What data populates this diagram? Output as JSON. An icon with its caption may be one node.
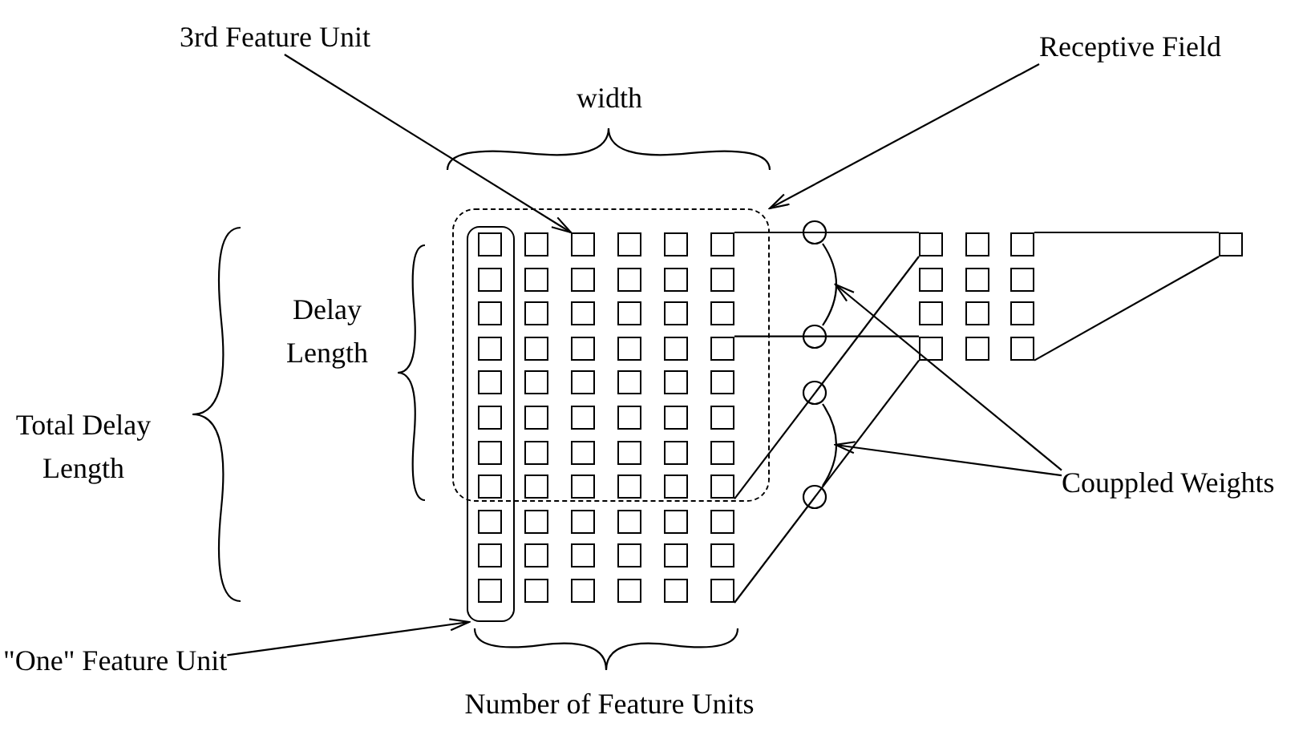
{
  "diagram": {
    "nodes": [
      {
        "text": [
          "3rd Feature Unit"
        ]
      },
      {
        "text": [
          "Receptive Field"
        ]
      },
      {
        "text": [],
        "shape": "box"
      },
      {
        "text": [],
        "shape": "box"
      },
      {
        "text": [],
        "shape": "box"
      },
      {
        "text": [],
        "shape": "box",
        "in": 2
      },
      {
        "text": [],
        "shape": "box",
        "in": 2
      },
      {
        "text": [],
        "shape": "box",
        "in": 2
      },
      {
        "text": [],
        "shape": "box",
        "in": 2
      },
      {
        "text": [],
        "shape": "box",
        "in": 2
      },
      {
        "text": [],
        "shape": "box"
      },
      {
        "text": [],
        "shape": "box",
        "in": 2
      },
      {
        "text": [],
        "shape": "box",
        "in": 2
      },
      {
        "text": [],
        "shape": "box",
        "in": 2
      },
      {
        "text": [],
        "shape": "box",
        "in": 2
      },
      {
        "text": [],
        "shape": "box",
        "in": 2
      },
      {
        "text": [],
        "shape": "box"
      },
      {
        "text": [],
        "shape": "box",
        "in": 2
      },
      {
        "text": [],
        "shape": "box",
        "in": 2
      },
      {
        "text": [],
        "shape": "box",
        "in": 2
      },
      {
        "text": [],
        "shape": "box",
        "in": 2
      },
      {
        "text": [],
        "shape": "box",
        "in": 2
      },
      {
        "text": [],
        "shape": "box"
      },
      {
        "text": [],
        "shape": "box",
        "in": 2
      },
      {
        "text": [],
        "shape": "box",
        "in": 2
      },
      {
        "text": [],
        "shape": "box",
        "in": 2
      },
      {
        "text": [],
        "shape": "box",
        "in": 2
      },
      {
        "text": [],
        "shape": "box",
        "in": 2
      },
      {
        "text": [],
        "shape": "box"
      },
      {
        "text": [],
        "shape": "box",
        "in": 2
      },
      {
        "text": [],
        "shape": "box",
        "in": 2
      },
      {
        "text": [],
        "shape": "box",
        "in": 2
      },
      {
        "text": [],
        "shape": "box",
        "in": 2
      },
      {
        "text": [],
        "shape": "box",
        "in": 2
      },
      {
        "text": [],
        "shape": "box"
      },
      {
        "text": [],
        "shape": "box",
        "in": 2
      },
      {
        "text": [],
        "shape": "box",
        "in": 2
      },
      {
        "text": [],
        "shape": "box",
        "in": 2
      },
      {
        "text": [],
        "shape": "box",
        "in": 2
      },
      {
        "text": [],
        "shape": "box",
        "in": 2
      },
      {
        "text": [],
        "shape": "box"
      },
      {
        "text": [],
        "shape": "box",
        "in": 2
      },
      {
        "text": [],
        "shape": "box",
        "in": 2
      },
      {
        "text": [],
        "shape": "box",
        "in": 2
      },
      {
        "text": [],
        "shape": "box",
        "in": 2
      },
      {
        "text": [],
        "shape": "box",
        "in": 2
      },
      {
        "text": [],
        "shape": "box"
      },
      {
        "text": [],
        "shape": "box",
        "in": 2
      },
      {
        "text": [],
        "shape": "box",
        "in": 2
      },
      {
        "text": [],
        "shape": "box",
        "in": 2
      },
      {
        "text": [],
        "shape": "box",
        "in": 2
      },
      {
        "text": [],
        "shape": "box",
        "in": 2
      },
      {
        "text": [],
        "shape": "box",
        "in": 3
      },
      {
        "text": [],
        "shape": "box"
      },
      {
        "text": [],
        "shape": "box"
      },
      {
        "text": [],
        "shape": "box"
      },
      {
        "text": [],
        "shape": "box"
      },
      {
        "text": [],
        "shape": "box"
      },
      {
        "text": [],
        "shape": "box",
        "in": 3
      },
      {
        "text": [],
        "shape": "box"
      },
      {
        "text": [],
        "shape": "box"
      },
      {
        "text": [],
        "shape": "box"
      },
      {
        "text": [],
        "shape": "box"
      },
      {
        "text": [],
        "shape": "box"
      },
      {
        "text": [],
        "shape": "box",
        "in": 3
      },
      {
        "text": [],
        "shape": "box"
      },
      {
        "text": [],
        "shape": "box"
      },
      {
        "text": [],
        "shape": "box"
      },
      {
        "text": [],
        "shape": "box"
      },
      {
        "text": [],
        "shape": "box"
      },
      {
        "text": [],
        "shape": "box"
      },
      {
        "text": [],
        "shape": "box"
      },
      {
        "text": [],
        "shape": "box"
      },
      {
        "text": [],
        "shape": "box"
      },
      {
        "text": [],
        "shape": "box"
      },
      {
        "text": [],
        "shape": "box"
      },
      {
        "text": [],
        "shape": "box"
      },
      {
        "text": [],
        "shape": "box"
      },
      {
        "text": [],
        "shape": "box"
      },
      {
        "text": [],
        "shape": "box"
      },
      {
        "text": [],
        "shape": "box"
      },
      {
        "text": [],
        "shape": "box"
      },
      {
        "text": [],
        "shape": "box"
      },
      {
        "text": [],
        "shape": "arc"
      },
      {
        "text": [],
        "shape": "arc"
      },
      {
        "text": [
          "Couppled Weights"
        ]
      },
      {
        "text": [
          "\"One\" Feature Unit"
        ]
      }
    ],
    "edges": [
      {
        "from": 0,
        "to": 6,
        "arrow": "to"
      },
      {
        "from": 1,
        "to": 2,
        "arrow": "to"
      },
      {
        "from": 9,
        "to": 70,
        "arrow": "none"
      },
      {
        "from": 27,
        "to": 79,
        "arrow": "none"
      },
      {
        "from": 51,
        "to": 70,
        "arrow": "none"
      },
      {
        "from": 69,
        "to": 79,
        "arrow": "none"
      },
      {
        "from": 72,
        "to": 82,
        "arrow": "none"
      },
      {
        "from": 81,
        "to": 82,
        "arrow": "none"
      },
      {
        "from": 85,
        "to": 83,
        "arrow": "to"
      },
      {
        "from": 85,
        "to": 84,
        "arrow": "to"
      },
      {
        "from": 86,
        "to": 3,
        "arrow": "to"
      }
    ],
    "labels": [
      "width",
      "Delay Length",
      "Total Delay Length",
      "Number of Feature Units"
    ]
  }
}
